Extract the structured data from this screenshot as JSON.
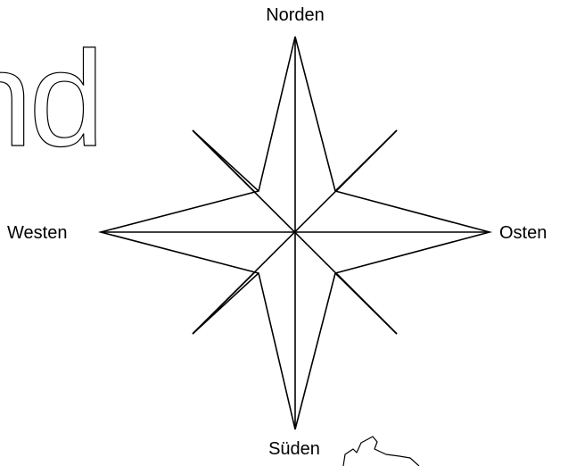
{
  "compass": {
    "north": "Norden",
    "east": "Osten",
    "south": "Süden",
    "west": "Westen"
  },
  "background_text": "nd"
}
